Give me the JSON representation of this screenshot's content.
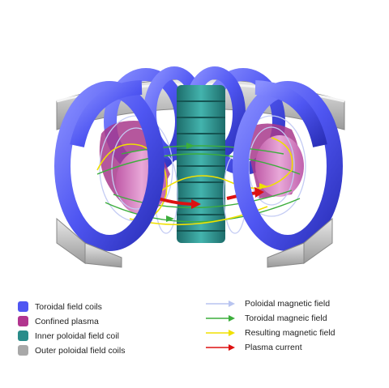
{
  "legend": {
    "components": [
      {
        "label": "Toroidal field coils",
        "color": "#4f56f2"
      },
      {
        "label": "Confined plasma",
        "color": "#b2358f"
      },
      {
        "label": "Inner poloidal field coil",
        "color": "#2a8c8a"
      },
      {
        "label": "Outer poloidal field coils",
        "color": "#a8a8a8"
      }
    ],
    "fields": [
      {
        "label": "Poloidal magnetic field",
        "color": "#b8c4f0"
      },
      {
        "label": "Toroidal magneic field",
        "color": "#3cae3c"
      },
      {
        "label": "Resulting magnetic field",
        "color": "#f0e000"
      },
      {
        "label": "Plasma current",
        "color": "#dd1111"
      }
    ]
  }
}
